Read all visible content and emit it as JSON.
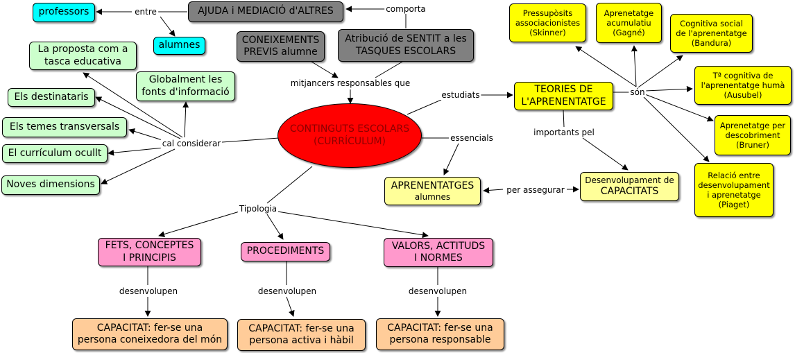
{
  "colors": {
    "central": "#ff0000",
    "central_text": "#8b0000",
    "cyan": "#00ffff",
    "grey": "#808080",
    "green": "#ccffcc",
    "yellow": "#ffff00",
    "light_yellow": "#ffff99",
    "pink": "#ff99cc",
    "orange": "#ffcc99"
  },
  "central": {
    "text": "CONTINGUTS ESCOLARS\n(CURRÍCULUM)"
  },
  "top": {
    "ajuda": "AJUDA i MEDIACIÓ d'ALTRES",
    "professors": "professors",
    "alumnes": "alumnes",
    "coneixements": "CONEIXEMENTS\nPREVIS alumne",
    "atribucio": "Atribució de SENTIT a les\nTASQUES ESCOLARS"
  },
  "left": {
    "proposta": "La proposta com a\ntasca educativa",
    "globalment": "Globalment les\nfonts d'informació",
    "destinataris": "Els destinataris",
    "temes": "Els temes transversals",
    "curriculum_ocult": "El currículum ocullt",
    "noves": "Noves dimensions"
  },
  "right": {
    "teories": "TEORIES DE\nL'APRENENTATGE",
    "pressuposits": "Pressupòsits\nassociacionistes\n(Skinner)",
    "acumulatiu": "Aprenetatge\nacumulatiu\n(Gagné)",
    "cognitiva": "Cognitiva social\nde l'aprenentatge\n(Bandura)",
    "ta_cognitiva": "Tª cognitiva de\nl'aprenentatge humà\n(Ausubel)",
    "descobriment": "Aprenetatge per\ndescobriment\n(Bruner)",
    "relacio": "Relació entre\ndesenvolupament\ni aprenetatge\n(Piaget)",
    "desenvolupament_line1": "Desenvolupament de",
    "desenvolupament_line2": "CAPACITATS",
    "aprenentatges_line1": "APRENENTATGES",
    "aprenentatges_line2": "alumnes"
  },
  "bottom": {
    "fets": "FETS, CONCEPTES\nI PRINCIPIS",
    "procediments": "PROCEDIMENTS",
    "valors": "VALORS, ACTITUDS\nI NORMES",
    "cap1": "CAPACITAT: fer-se una\npersona coneixedora del món",
    "cap2": "CAPACITAT: fer-se una\npersona activa i hàbil",
    "cap3": "CAPACITAT: fer-se una\npersona responsable"
  },
  "labels": {
    "entre": "entre",
    "comporta": "comporta",
    "mitjancers": "mitjancers responsables que",
    "estudiats": "estudiats",
    "son": "són",
    "importants": "importants pel",
    "essencials": "essencials",
    "per_assegurar": "per assegurar",
    "cal_considerar": "cal considerar",
    "tipologia": "Tipologia",
    "desenvolupen1": "desenvolupen",
    "desenvolupen2": "desenvolupen",
    "desenvolupen3": "desenvolupen"
  }
}
